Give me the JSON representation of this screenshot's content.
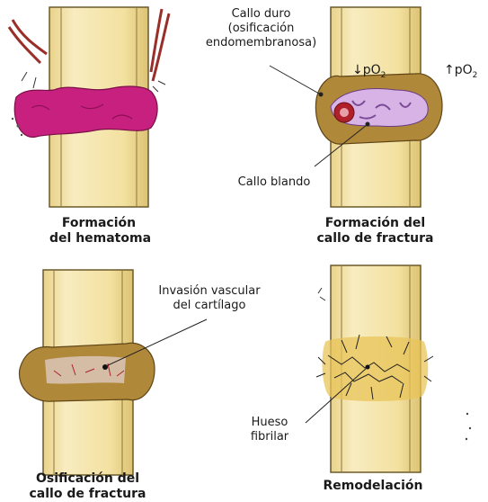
{
  "panels": [
    {
      "caption_line1": "Formación",
      "caption_line2": "del hematoma"
    },
    {
      "caption_line1": "Formación del",
      "caption_line2": "callo de fractura",
      "label_hard_callus_1": "Callo duro",
      "label_hard_callus_2": "(osificación",
      "label_hard_callus_3": "endomembranosa)",
      "label_soft_callus": "Callo blando",
      "po2_low_arrow": "↓",
      "po2_high_arrow": "↑",
      "po2_text": "pO",
      "po2_sub": "2"
    },
    {
      "caption_line1": "Osificación del",
      "caption_line2": "callo de fractura",
      "label_vascular_1": "Invasión vascular",
      "label_vascular_2": "del cartílago"
    },
    {
      "caption_line1": "Remodelación",
      "label_fibrillar_1": "Hueso",
      "label_fibrillar_2": "fibrilar"
    }
  ],
  "colors": {
    "bone": "#f3e2a4",
    "bone_edge": "#6b5a2a",
    "hematoma": "#c8207e",
    "callus": "#b0883a",
    "soft_callus": "#d7b3e6",
    "vessel": "#b0202a"
  }
}
